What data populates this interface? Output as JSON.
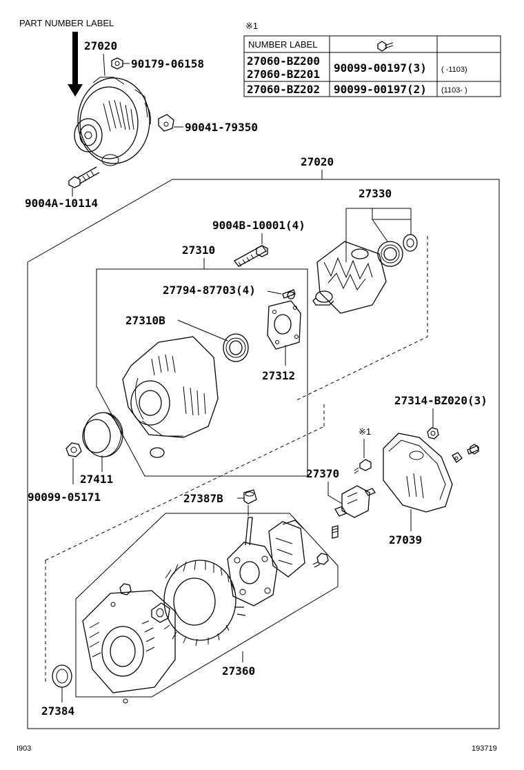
{
  "header": {
    "part_number_label": "PART NUMBER LABEL",
    "note_mark": "※1",
    "footer_left": "I903",
    "footer_right": "193719"
  },
  "table": {
    "col_number_label": "NUMBER LABEL",
    "bolt_icon": "bolt-icon",
    "rows": [
      {
        "number": "27060-BZ200",
        "number2": "27060-BZ201",
        "part": "90099-00197(3)",
        "range": "(      -1103)"
      },
      {
        "number": "27060-BZ202",
        "part": "90099-00197(2)",
        "range": "(1103-      )"
      }
    ]
  },
  "callouts": {
    "top_assembly": "27020",
    "nut_top": "90179-06158",
    "clip": "90041-79350",
    "bolt_bottom": "9004A-10114",
    "main_assembly": "27020",
    "rotor": "27330",
    "stud": "9004B-10001(4)",
    "frame": "27310",
    "screw": "27794-87703(4)",
    "bearing": "27310B",
    "plate": "27312",
    "nut_rear": "27314-BZ020(3)",
    "note_ref": "※1",
    "holder": "27370",
    "cover": "27039",
    "pulley": "27411",
    "pulley_nut": "90099-05171",
    "terminal": "27387B",
    "rectifier": "27360",
    "insulator": "27384"
  }
}
